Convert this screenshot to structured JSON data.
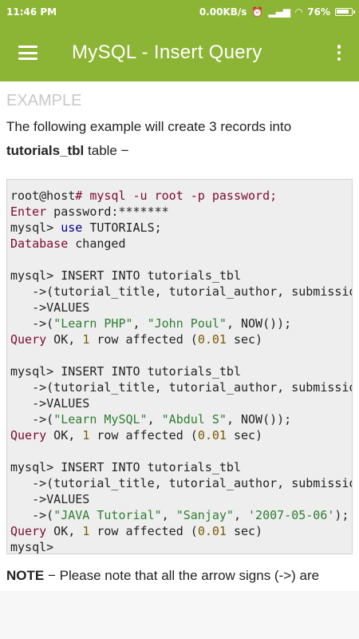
{
  "status_bar": {
    "time": "11:46 PM",
    "speed": "0.00KB/s",
    "battery": "76%"
  },
  "app_bar": {
    "title": "MySQL - Insert Query",
    "menu_icon": "hamburger-menu-icon",
    "overflow_icon": "more-vert-icon"
  },
  "content": {
    "heading": "EXAMPLE",
    "intro_prefix": "The following example will create 3 records into",
    "intro_bold": "tutorials_tbl",
    "intro_suffix": " table −",
    "code": {
      "l1a": "root@host",
      "l1b": "# mysql -u root -p password;",
      "l2a": "Enter",
      "l2b": " password:*******",
      "l3a": "mysql> ",
      "l3b": "use",
      "l3c": " TUTORIALS;",
      "l4a": "Database",
      "l4b": " changed",
      "insert": "mysql> INSERT INTO tutorials_tbl",
      "cols": "   ->(tutorial_title, tutorial_author, submission_date)",
      "values": "   ->VALUES",
      "v1a": "   ->(",
      "v1b": "\"Learn PHP\"",
      "v1c": ", ",
      "v1d": "\"John Poul\"",
      "v1e": ", NOW());",
      "v2b": "\"Learn MySQL\"",
      "v2d": "\"Abdul S\"",
      "v3b": "\"JAVA Tutorial\"",
      "v3d": "\"Sanjay\"",
      "v3e": ", ",
      "v3f": "'2007-05-06'",
      "v3g": ");",
      "q_kw": "Query",
      "q_a": " OK, ",
      "q_num1": "1",
      "q_b": " row affected (",
      "q_num2": "0.01",
      "q_c": " sec)",
      "prompt": "mysql>"
    },
    "note_bold": "NOTE",
    "note_text": " − Please note that all the arrow signs (->) are"
  }
}
